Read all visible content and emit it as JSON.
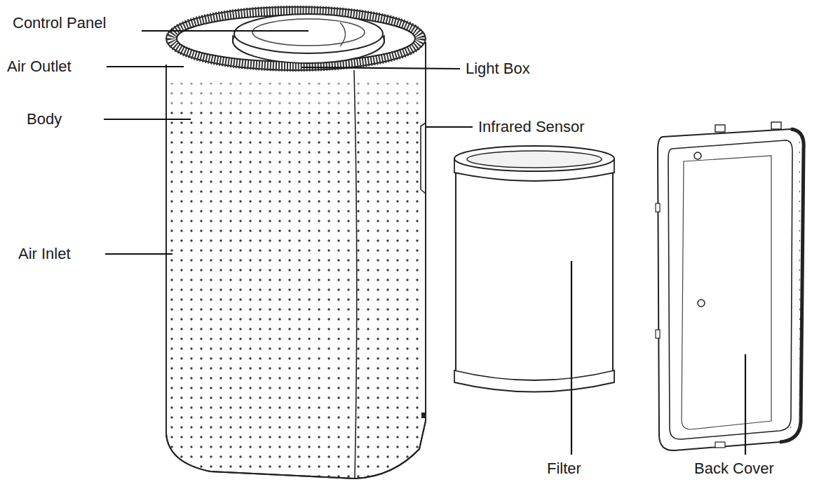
{
  "diagram": {
    "labels": [
      "Control Panel",
      "Air Outlet",
      "Body",
      "Air Inlet",
      "Light Box",
      "Infrared Sensor",
      "Filter",
      "Back Cover"
    ]
  }
}
